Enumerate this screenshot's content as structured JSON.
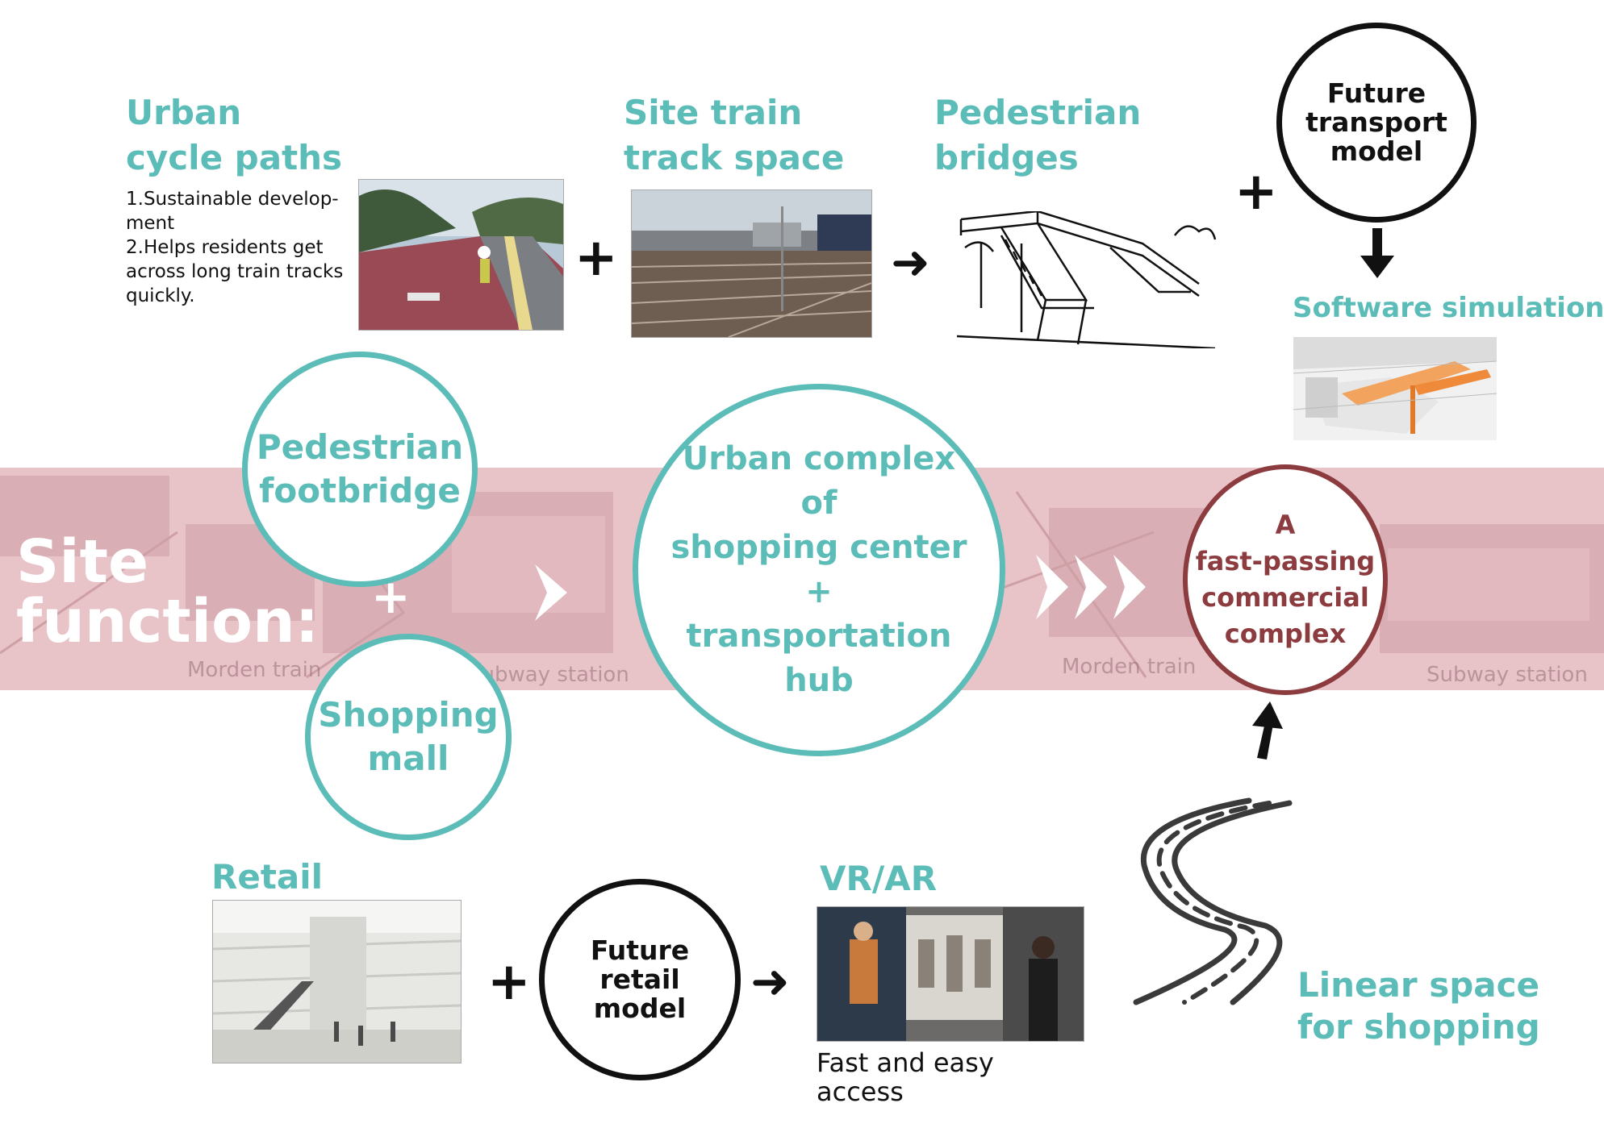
{
  "colors": {
    "teal": "#5bbcb8",
    "band": "#e8c3c8",
    "red": "#8c3b3f",
    "black": "#111111"
  },
  "top": {
    "cycle": {
      "title_line1": "Urban",
      "title_line2": "cycle paths",
      "note1": "1.Sustainable develop-",
      "note2": "ment",
      "note3": "2.Helps residents get",
      "note4": "across long train tracks",
      "note5": "quickly."
    },
    "track": {
      "title_line1": "Site train",
      "title_line2": "track space"
    },
    "bridges": {
      "title_line1": "Pedestrian",
      "title_line2": "bridges"
    },
    "transport": {
      "line1": "Future",
      "line2": "transport",
      "line3": "model"
    },
    "simulation": {
      "label": "Software simulation"
    }
  },
  "band": {
    "site_line1": "Site",
    "site_line2": "function:",
    "ghost_morden1": "Morden train",
    "ghost_subway1": "Subway station",
    "ghost_morden2": "Morden train",
    "ghost_subway2": "Subway station"
  },
  "circles": {
    "footbridge": {
      "line1": "Pedestrian",
      "line2": "footbridge"
    },
    "mall": {
      "line1": "Shopping",
      "line2": "mall"
    },
    "complex": {
      "line1": "Urban complex",
      "line2": "of",
      "line3": "shopping center",
      "line4": "+",
      "line5": "transportation",
      "line6": "hub"
    },
    "fast": {
      "line1": "A",
      "line2": "fast-passing",
      "line3": "commercial",
      "line4": "complex"
    }
  },
  "bottom": {
    "retail": {
      "title": "Retail"
    },
    "future_retail": {
      "line1": "Future",
      "line2": "retail",
      "line3": "model"
    },
    "vrar": {
      "title": "VR/AR",
      "caption1": "Fast and easy",
      "caption2": "access"
    },
    "linear": {
      "line1": "Linear space",
      "line2": "for shopping"
    }
  },
  "symbols": {
    "plus": "+",
    "arrow_right": "➜"
  }
}
